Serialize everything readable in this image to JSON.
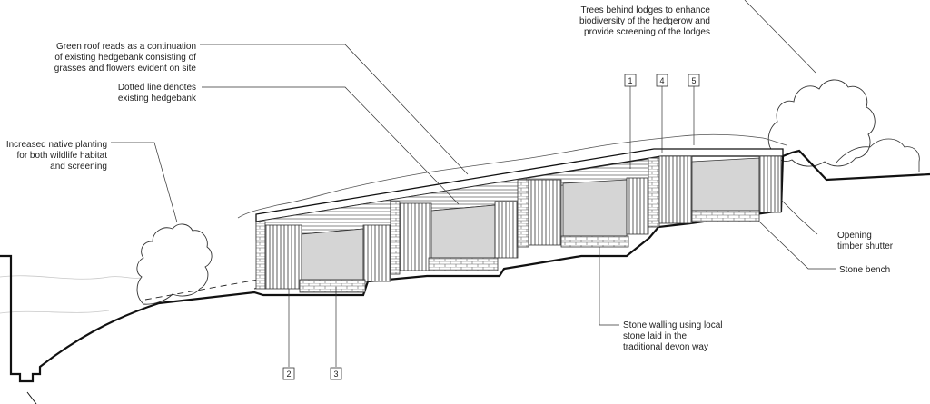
{
  "annotations": {
    "trees": [
      "Trees behind lodges to enhance",
      "biodiversity of the hedgerow and",
      "provide screening of the lodges"
    ],
    "green_roof": [
      "Green roof reads as a continuation",
      "of existing hedgebank consisting of",
      "grasses and flowers evident on site"
    ],
    "dotted_line": [
      "Dotted line denotes",
      "existing hedgebank"
    ],
    "planting": [
      "Increased native planting",
      "for both wildlife habitat",
      "and screening"
    ],
    "shutter": [
      "Opening",
      "timber shutter"
    ],
    "bench": [
      "Stone bench"
    ],
    "stone_walling": [
      "Stone walling using local",
      "stone laid in the",
      "traditional devon way"
    ]
  },
  "tags": {
    "t1": "1",
    "t2": "2",
    "t3": "3",
    "t4": "4",
    "t5": "5"
  }
}
